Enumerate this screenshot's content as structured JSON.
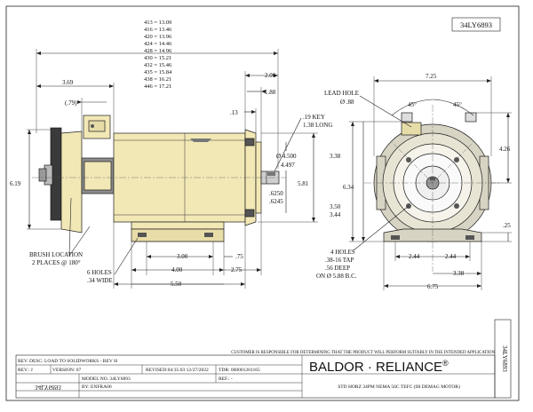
{
  "drawing_id": "34LY6893",
  "drawing_id_rotated": "34LY6893",
  "drawing_id_mirrored": "34LY6893",
  "length_table": [
    "413 = 13.09",
    "416 = 13.46",
    "420 = 13.96",
    "424 = 14.46",
    "428 = 14.96",
    "430 = 15.21",
    "432 = 15.46",
    "435 = 15.84",
    "438 = 16.21",
    "446 = 17.21"
  ],
  "side_view": {
    "dims": {
      "d369": "3.69",
      "d079": "(.79)",
      "d619": "6.19",
      "d206": "2.06",
      "d188": "1.88",
      "d013": ".13",
      "key_1": ".19 KEY",
      "key_2": "1.38 LONG",
      "shaft_1": "Ø 4.500",
      "shaft_2": "4.497",
      "d581": "5.81",
      "shaft_dia_1": ".6250",
      "shaft_dia_2": ".6245",
      "d300": "3.00",
      "d075": ".75",
      "d400": "4.00",
      "d275": "2.75",
      "d550": "5.50"
    },
    "notes": {
      "brush_1": "BRUSH LOCATION",
      "brush_2": "2 PLACES @ 180°",
      "holes_1": "6 HOLES",
      "holes_2": ".34 WIDE"
    }
  },
  "end_view": {
    "dims": {
      "d725": "7.25",
      "ang1": "45°",
      "ang2": "45°",
      "lead_1": "LEAD HOLE",
      "lead_2": "Ø .88",
      "d338": "3.38",
      "d426": "4.26",
      "d634": "6.34",
      "d350": "3.50",
      "d344": "3.44",
      "d025": ".25",
      "d244a": "2.44",
      "d244b": "2.44",
      "d338b": "3.38",
      "d675": "6.75"
    },
    "notes": {
      "holes_1": "4 HOLES",
      "holes_2": ".38-16 TAP",
      "holes_3": ".56 DEEP",
      "holes_4": "ON Ø 5.88 B.C."
    }
  },
  "title_block": {
    "disclaimer": "CUSTOMER IS RESPONSIBLE FOR DETERMINING THAT THE PRODUCT WILL PERFORM SUITABLY IN THE INTENDED APPLICATION",
    "rev_desc": "REV. DESC: LOAD TO SOLIDWORKS - REV H",
    "rev": "REV.: J",
    "version": "VERSION: 07",
    "revised": "REVISED:04:35:03 12/27/2022",
    "tdr": "TDR: 000001201165",
    "model": "MODEL NO. 34LY6893",
    "ref": "REF.: -",
    "by": "BY:     ENFRA00",
    "brand": "BALDOR · RELIANCE",
    "brand_mark": "®",
    "description": "STD HORZ 34PM NEMA 56C TEFC (IH DEMAG MOTOR)"
  }
}
